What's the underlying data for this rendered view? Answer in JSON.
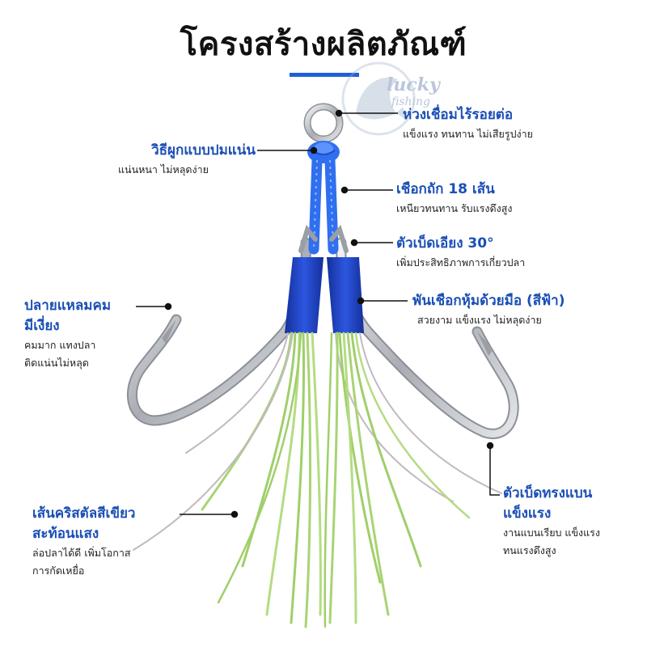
{
  "title": "โครงสร้างผลิตภัณฑ์",
  "logo": {
    "word1": "lucky",
    "word2": "fishing"
  },
  "labels": {
    "ring": {
      "heading": "ห่วงเชื่อมไร้รอยต่อ",
      "desc": "แข็งแรง ทนทาน ไม่เสียรูปง่าย"
    },
    "knot": {
      "heading": "วิธีผูกแบบปมแน่น",
      "desc": "แน่นหนา ไม่หลุดง่าย"
    },
    "rope": {
      "heading": "เชือกถัก 18 เส้น",
      "desc": "เหนียวทนทาน รับแรงดึงสูง"
    },
    "angle": {
      "heading": "ตัวเบ็ดเอียง 30°",
      "desc": "เพิ่มประสิทธิภาพการเกี่ยวปลา"
    },
    "wrap": {
      "heading": "พันเชือกหุ้มด้วยมือ (สีฟ้า)",
      "desc": "สวยงาม แข็งแรง ไม่หลุดง่าย"
    },
    "point": {
      "heading_line1": "ปลายแหลมคม",
      "heading_line2": "มีเงี่ยง",
      "desc_line1": "คมมาก แทงปลา",
      "desc_line2": "ติดแน่นไม่หลุด"
    },
    "flat": {
      "heading_line1": "ตัวเบ็ดทรงแบน",
      "heading_line2": "แข็งแรง",
      "desc_line1": "งานแบนเรียบ แข็งแรง",
      "desc_line2": "ทนแรงดึงสูง"
    },
    "flash": {
      "heading_line1": "เส้นคริสตัลสีเขียว",
      "heading_line2": "สะท้อนแสง",
      "desc_line1": "ล่อปลาได้ดี เพิ่มโอกาส",
      "desc_line2": "การกัดเหยื่อ"
    }
  },
  "colors": {
    "accent": "#1a4fb5",
    "rope": "#2f6ff0",
    "wrap": "#1f3fc4",
    "flash": "#9fcf6a",
    "steel": "#b8bcc2"
  }
}
